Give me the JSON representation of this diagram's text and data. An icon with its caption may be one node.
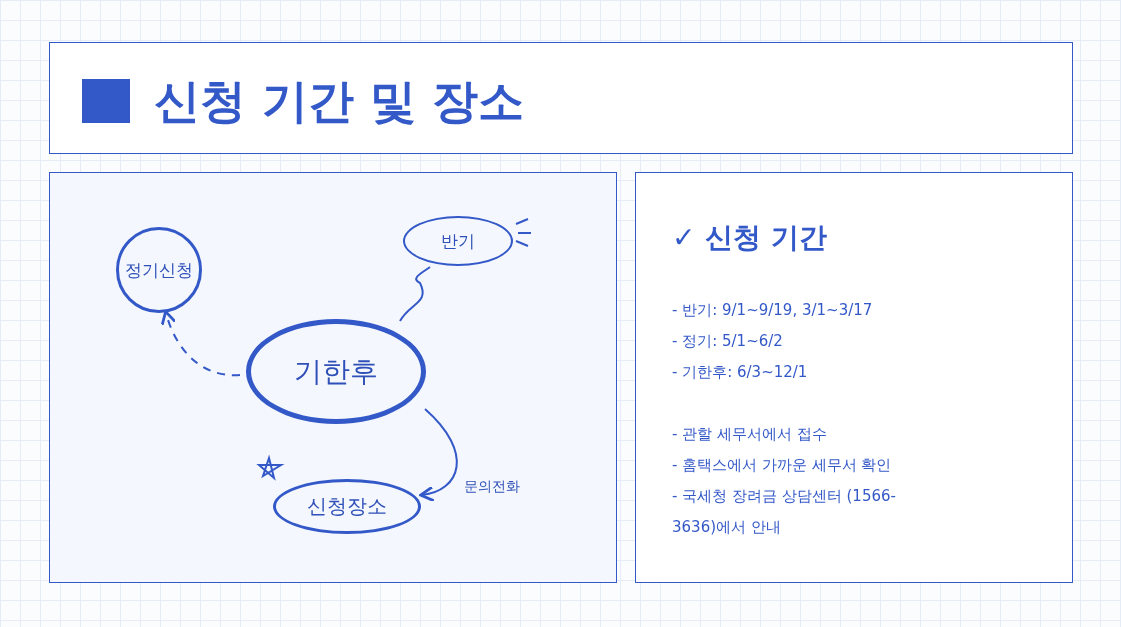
{
  "diagram": {
    "title": "신청 기간 및 장소",
    "nodes": [
      {
        "text": [],
        "shape": "box"
      },
      {
        "text": [
          "정기신청"
        ],
        "in": 0
      },
      {
        "text": [
          "반기"
        ],
        "in": 0
      },
      {
        "text": [
          "기한후"
        ],
        "in": 0
      },
      {
        "text": [
          "신청장소"
        ],
        "in": 0
      },
      {
        "text": [
          "✓ 신청 기간",
          "- 반기: 9/1~9/19, 3/1~3/17",
          "- 정기: 5/1~6/2",
          "- 기한후: 6/3~12/1",
          "- 관할 세무서에서 접수",
          "- 홈택스에서 가까운 세무서 확인",
          "- 국세청 장려금 상담센터 (1566-3636)에서 안내"
        ]
      }
    ],
    "edges": [
      {
        "from": 3,
        "to": 1,
        "arrow": "to",
        "style": "dashed"
      },
      {
        "from": 3,
        "to": 2,
        "arrow": "none"
      },
      {
        "from": 3,
        "to": 4,
        "arrow": "to",
        "label": "문의전화"
      }
    ]
  }
}
